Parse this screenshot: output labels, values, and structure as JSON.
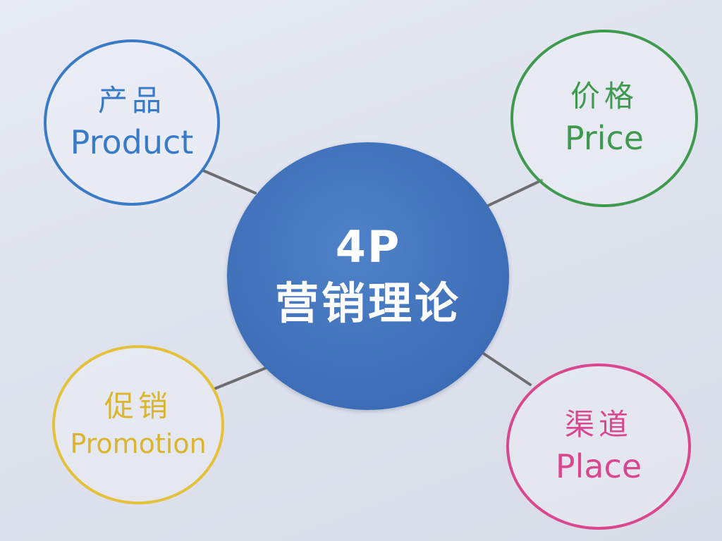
{
  "center": {
    "title": "4P",
    "subtitle": "营销理论",
    "color": "#3f70b9"
  },
  "nodes": [
    {
      "zh": "产品",
      "en": "Product",
      "color": "#3a7bc8"
    },
    {
      "zh": "价格",
      "en": "Price",
      "color": "#3f9a4f"
    },
    {
      "zh": "促销",
      "en": "Promotion",
      "color": "#e4c13a"
    },
    {
      "zh": "渠道",
      "en": "Place",
      "color": "#d9478e"
    }
  ]
}
